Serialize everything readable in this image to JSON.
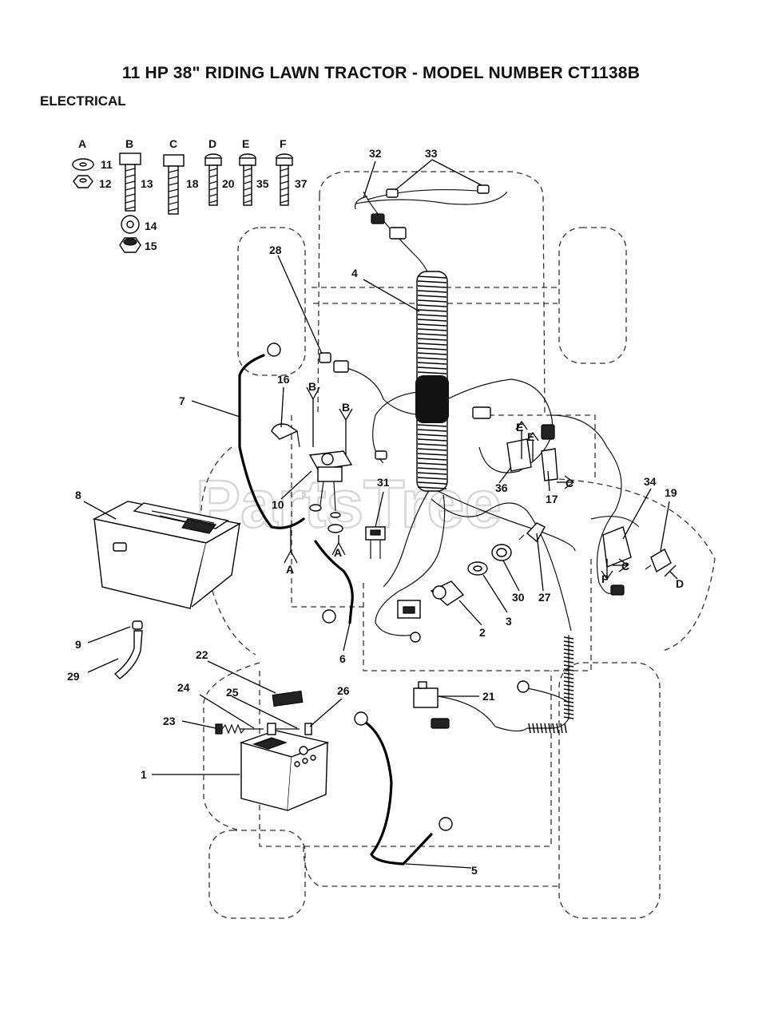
{
  "title": "11 HP 38\" RIDING LAWN TRACTOR - MODEL NUMBER CT1138B",
  "subtitle": "ELECTRICAL",
  "watermark": "PartsTree",
  "hardware": [
    {
      "letter": "A",
      "parts": [
        "11",
        "12"
      ]
    },
    {
      "letter": "B",
      "parts": [
        "13",
        "14",
        "15"
      ]
    },
    {
      "letter": "C",
      "parts": [
        "18"
      ]
    },
    {
      "letter": "D",
      "parts": [
        "20"
      ]
    },
    {
      "letter": "E",
      "parts": [
        "35"
      ]
    },
    {
      "letter": "F",
      "parts": [
        "37"
      ]
    }
  ],
  "callouts": [
    "1",
    "2",
    "3",
    "4",
    "5",
    "6",
    "7",
    "8",
    "9",
    "10",
    "16",
    "17",
    "19",
    "21",
    "22",
    "23",
    "24",
    "25",
    "26",
    "27",
    "28",
    "29",
    "30",
    "31",
    "32",
    "33",
    "34",
    "36"
  ],
  "hardware_refs": [
    "A",
    "A",
    "B",
    "B",
    "E",
    "E",
    "C",
    "C",
    "D",
    "F"
  ]
}
